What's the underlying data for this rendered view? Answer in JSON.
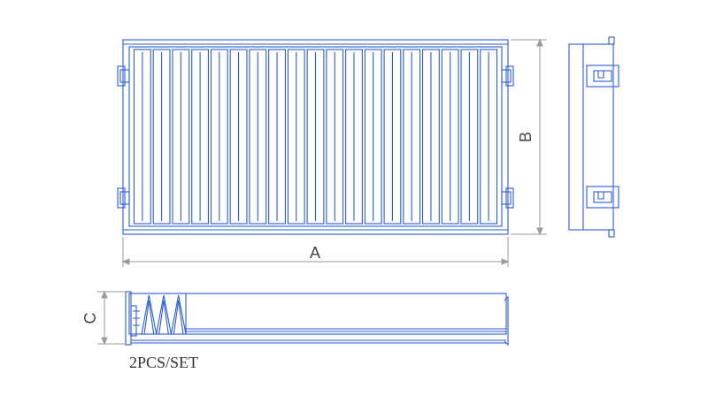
{
  "labels": {
    "dim_a": "A",
    "dim_b": "B",
    "dim_c": "C",
    "quantity": "2PCS/SET"
  },
  "colors": {
    "line": "#2a5bd7",
    "dimension": "#9a9a9a",
    "text": "#444444"
  },
  "filter": {
    "pleat_count": 19
  },
  "side_view": {
    "spring_count": 3
  }
}
